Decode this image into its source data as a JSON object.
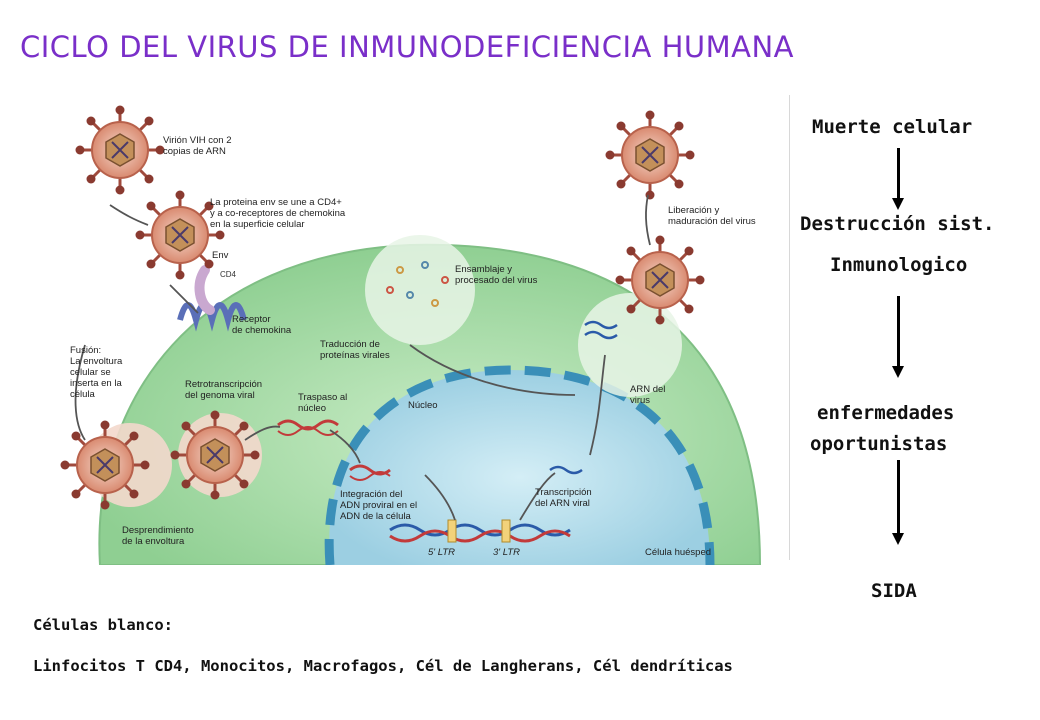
{
  "title": "CICLO DEL VIRUS DE INMUNODEFICIENCIA HUMANA",
  "diagram": {
    "labels": {
      "virion_l1": "Virión VIH con 2",
      "virion_l2": "copias de ARN",
      "env_l1": "La proteina env se une a CD4+",
      "env_l2": "y a co-receptores de chemokina",
      "env_l3": "en la superficie celular",
      "env": "Env",
      "cd4": "CD4",
      "receptor_l1": "Receptor",
      "receptor_l2": "de chemokina",
      "fusion_l1": "Fusión:",
      "fusion_l2": "La envoltura",
      "fusion_l3": "celular se",
      "fusion_l4": "inserta en la",
      "fusion_l5": "célula",
      "retro_l1": "Retrotranscripción",
      "retro_l2": "del genoma viral",
      "traspaso_l1": "Traspaso al",
      "traspaso_l2": "núcleo",
      "nucleo": "Núcleo",
      "traduccion_l1": "Traducción de",
      "traduccion_l2": "proteínas virales",
      "ensamblaje_l1": "Ensamblaje y",
      "ensamblaje_l2": "procesado del virus",
      "liberacion_l1": "Liberación y",
      "liberacion_l2": "maduración del virus",
      "arn_l1": "ARN del",
      "arn_l2": "virus",
      "integracion_l1": "Integración del",
      "integracion_l2": "ADN proviral en el",
      "integracion_l3": "ADN de la célula",
      "transcripcion_l1": "Transcripción",
      "transcripcion_l2": "del ARN viral",
      "ltr5": "5' LTR",
      "ltr3": "3' LTR",
      "desprendimiento_l1": "Desprendimiento",
      "desprendimiento_l2": "de la envoltura",
      "celula": "Célula huésped"
    }
  },
  "flow": {
    "step1": "Muerte celular",
    "step2_l1": "Destrucción sist.",
    "step2_l2": "Inmunologico",
    "step3_l1": "enfermedades",
    "step3_l2": "oportunistas",
    "step4": "SIDA"
  },
  "targets": {
    "label": "Células blanco:",
    "list": "Linfocitos T CD4, Monocitos,  Macrofagos, Cél de Langherans, Cél dendríticas"
  },
  "colors": {
    "title": "#7a2fc9",
    "cell": "#9fd6a0",
    "nucleus": "#a9d7e8",
    "virus_envelope": "#e0a48f",
    "spike": "#a04a3c"
  }
}
